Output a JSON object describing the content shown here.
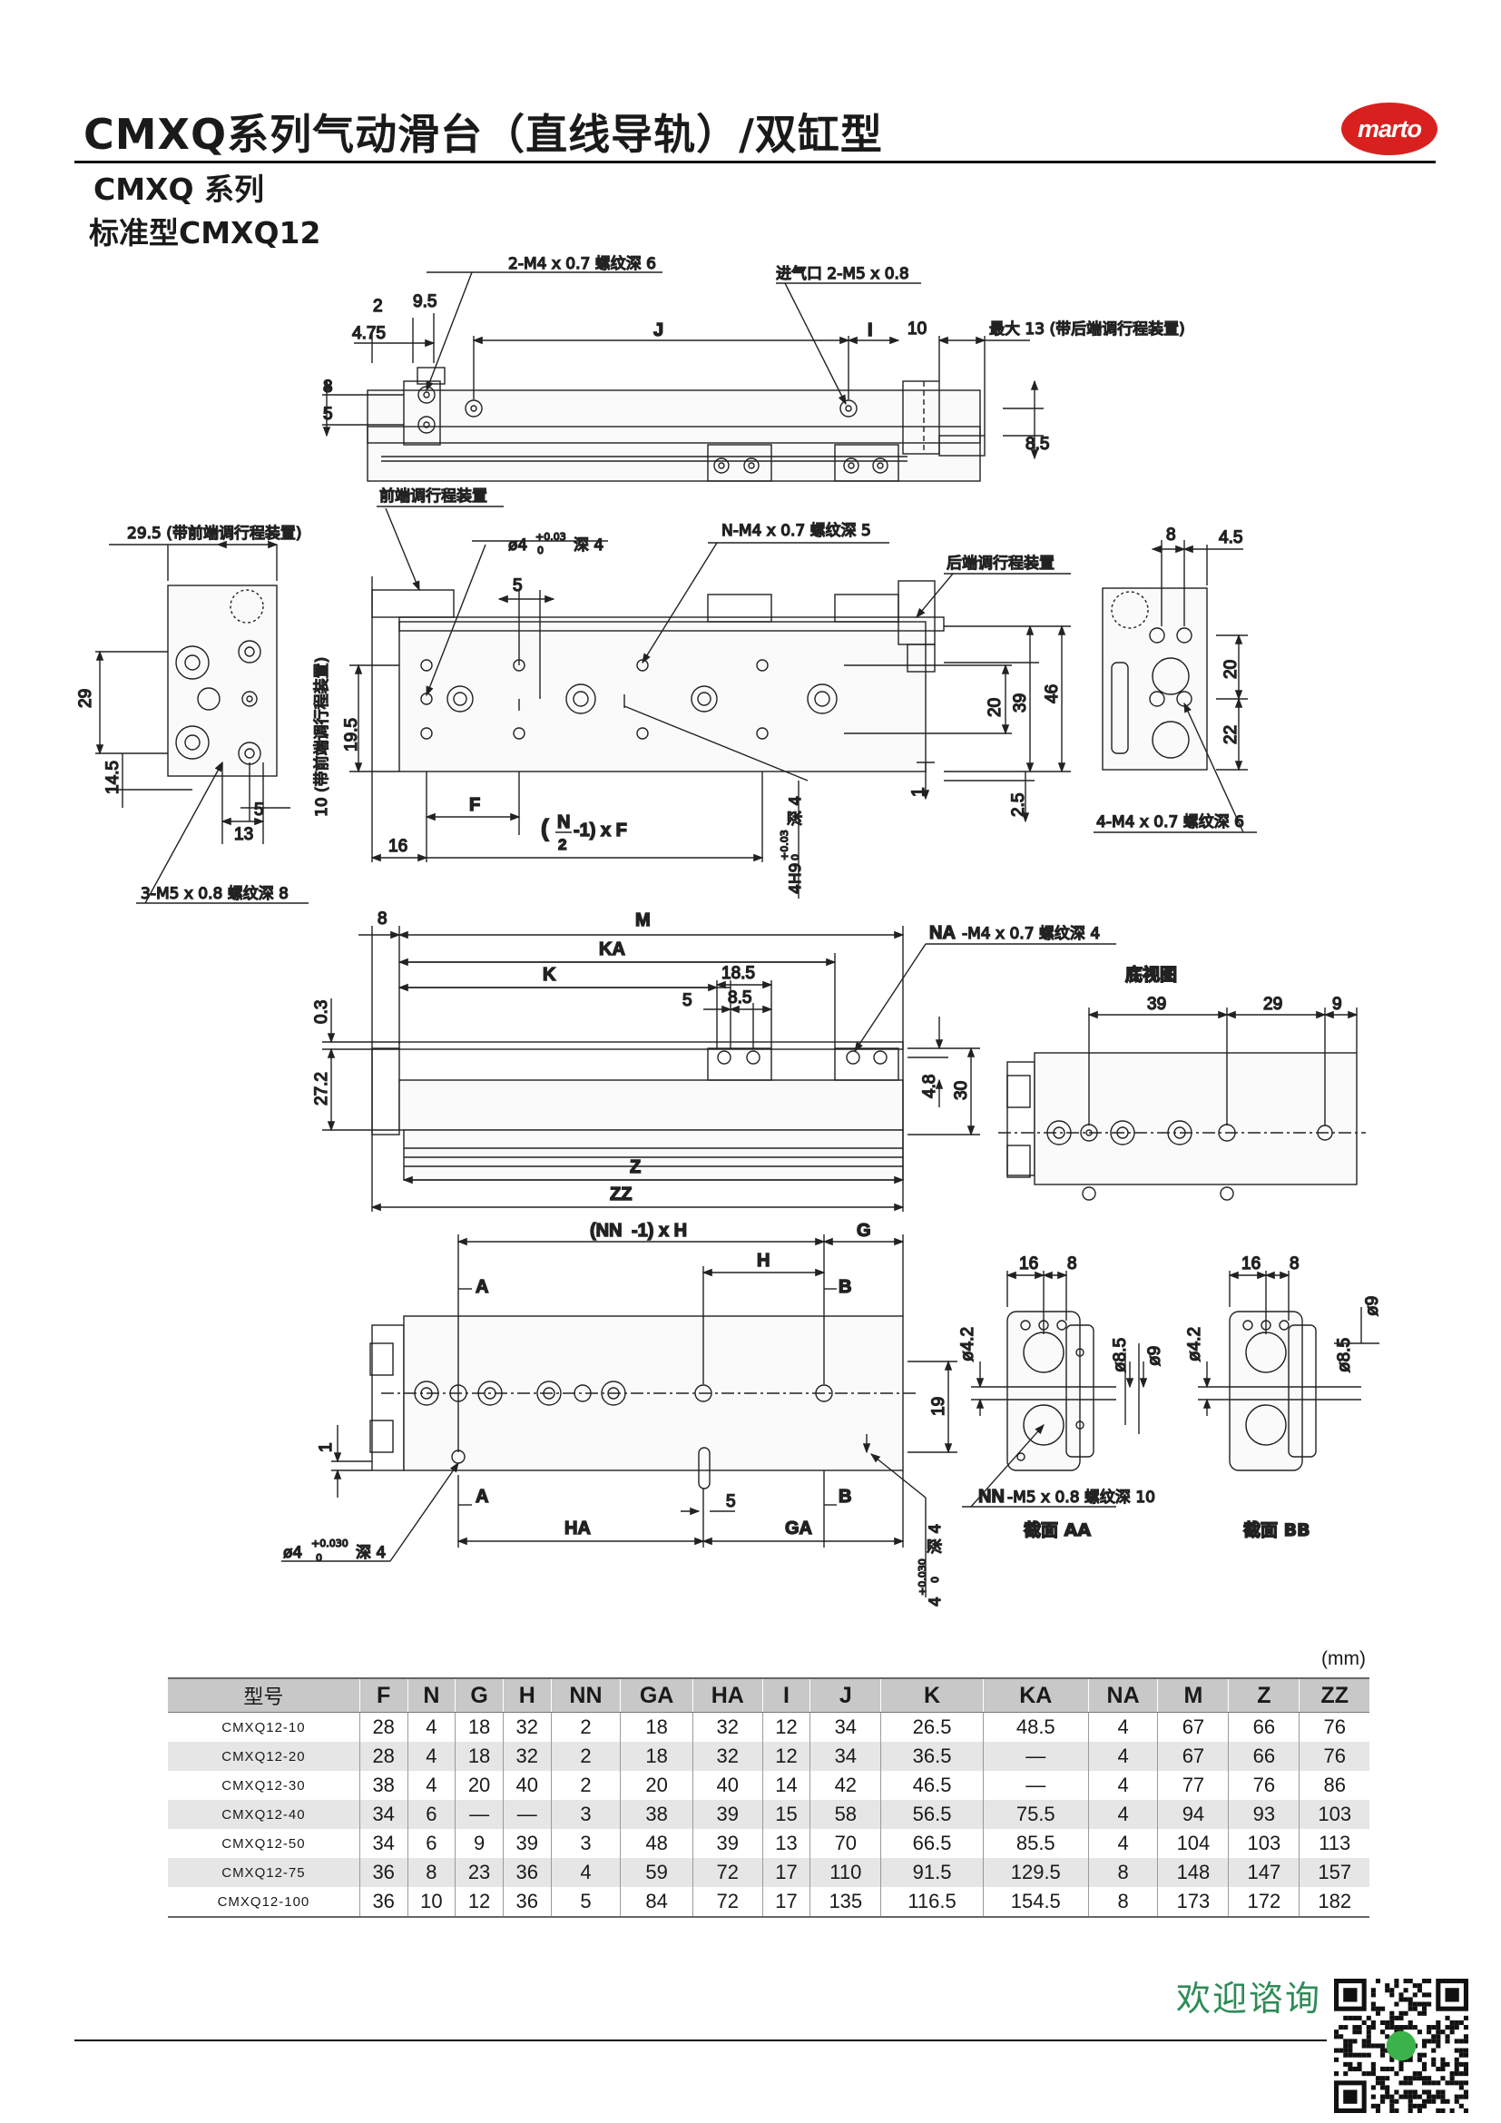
{
  "header": {
    "title": "CMXQ系列气动滑台（直线导轨）/双缸型",
    "logo_text": "marto",
    "logo_color": "#d8211f",
    "series": "CMXQ 系列",
    "model": "标准型CMXQ12"
  },
  "drawing": {
    "top": {
      "callout_tap": "2-M4 x 0.7 螺纹深 6",
      "callout_port": "进气口 2-M5 x 0.8",
      "callout_max": "最大 13 (带后端调行程装置)",
      "d2": "2",
      "d9_5": "9.5",
      "d4_75": "4.75",
      "dJ": "J",
      "dI": "I",
      "d10": "10",
      "d8": "8",
      "d5": "5",
      "d8_5": "8.5"
    },
    "side": {
      "d29_5_note": "29.5 (带前端调行程装置)",
      "front_adj": "前端调行程装置",
      "rear_adj": "后端调行程装置",
      "callout_hole": "ø4",
      "hole_tol": "+0.03",
      "hole_tol0": "0",
      "hole_depth": "深 4",
      "callout_n": "N-M4 x 0.7 螺纹深 5",
      "d5": "5",
      "d29": "29",
      "d14_5": "14.5",
      "d19_5": "19.5",
      "d10_note": "10 (带前端调行程装置)",
      "d5b": "5",
      "d13": "13",
      "d16": "16",
      "dF": "F",
      "formula_n": "N",
      "formula_2": "2",
      "formula_rest": "-1) x F",
      "formula_open": "(",
      "d20": "20",
      "d39": "39",
      "d46": "46",
      "d1": "1",
      "d2_5": "2.5",
      "slot_note": "4H9",
      "slot_tol": "+0.03",
      "slot_tol0": "0",
      "slot_depth": "深 4",
      "callout_3m5": "3-M5 x 0.8  螺纹深 8",
      "d8": "8",
      "d4_5": "4.5",
      "d20b": "20",
      "d22": "22",
      "callout_4m4": "4-M4 x 0.7 螺纹深 6"
    },
    "front": {
      "d8": "8",
      "dM": "M",
      "dKA": "KA",
      "dK": "K",
      "d18_5": "18.5",
      "d5": "5",
      "d8_5": "8.5",
      "callout_na": "NA",
      "callout_na_rest": "-M4 x 0.7 螺纹深 4",
      "d0_3": "0.3",
      "d27_2": "27.2",
      "d4_8": "4.8",
      "d30": "30",
      "dZ": "Z",
      "dZZ": "ZZ"
    },
    "bottom_view": {
      "title": "底视图",
      "d39": "39",
      "d29": "29",
      "d9": "9"
    },
    "lower": {
      "dNNH_bold": "(NN",
      "dNNH_rest": "-1) x H",
      "dH": "H",
      "dG": "G",
      "dA": "A",
      "dB": "B",
      "d19": "19",
      "d1": "1",
      "d5": "5",
      "dHA": "HA",
      "dGA": "GA",
      "hole_note": "ø4",
      "hole_tol": "+0.030",
      "hole_tol0": "0",
      "hole_depth": "深 4",
      "slot_note": "4",
      "slot_tol": "+0.030",
      "slot_tol0": "0",
      "slot_depth": "深 4",
      "secAA_title": "截面 AA",
      "secBB_title": "截面 BB",
      "sec_d16": "16",
      "sec_d8": "8",
      "sec_d4_2": "ø4.2",
      "sec_d8_5": "ø8.5",
      "sec_d9": "ø9",
      "sec_nn_bold": "NN",
      "sec_nn_rest": "-M5 x 0.8 螺纹深  10"
    }
  },
  "table": {
    "unit": "(mm)",
    "headers": [
      "型号",
      "F",
      "N",
      "G",
      "H",
      "NN",
      "GA",
      "HA",
      "I",
      "J",
      "K",
      "KA",
      "NA",
      "M",
      "Z",
      "ZZ"
    ],
    "rows": [
      [
        "CMXQ12-10",
        "28",
        "4",
        "18",
        "32",
        "2",
        "18",
        "32",
        "12",
        "34",
        "26.5",
        "48.5",
        "4",
        "67",
        "66",
        "76"
      ],
      [
        "CMXQ12-20",
        "28",
        "4",
        "18",
        "32",
        "2",
        "18",
        "32",
        "12",
        "34",
        "36.5",
        "—",
        "4",
        "67",
        "66",
        "76"
      ],
      [
        "CMXQ12-30",
        "38",
        "4",
        "20",
        "40",
        "2",
        "20",
        "40",
        "14",
        "42",
        "46.5",
        "—",
        "4",
        "77",
        "76",
        "86"
      ],
      [
        "CMXQ12-40",
        "34",
        "6",
        "—",
        "—",
        "3",
        "38",
        "39",
        "15",
        "58",
        "56.5",
        "75.5",
        "4",
        "94",
        "93",
        "103"
      ],
      [
        "CMXQ12-50",
        "34",
        "6",
        "9",
        "39",
        "3",
        "48",
        "39",
        "13",
        "70",
        "66.5",
        "85.5",
        "4",
        "104",
        "103",
        "113"
      ],
      [
        "CMXQ12-75",
        "36",
        "8",
        "23",
        "36",
        "4",
        "59",
        "72",
        "17",
        "110",
        "91.5",
        "129.5",
        "8",
        "148",
        "147",
        "157"
      ],
      [
        "CMXQ12-100",
        "36",
        "10",
        "12",
        "36",
        "5",
        "84",
        "72",
        "17",
        "135",
        "116.5",
        "154.5",
        "8",
        "173",
        "172",
        "182"
      ]
    ]
  },
  "footer": {
    "contact": "欢迎谘询",
    "contact_color": "#2e8b57"
  }
}
